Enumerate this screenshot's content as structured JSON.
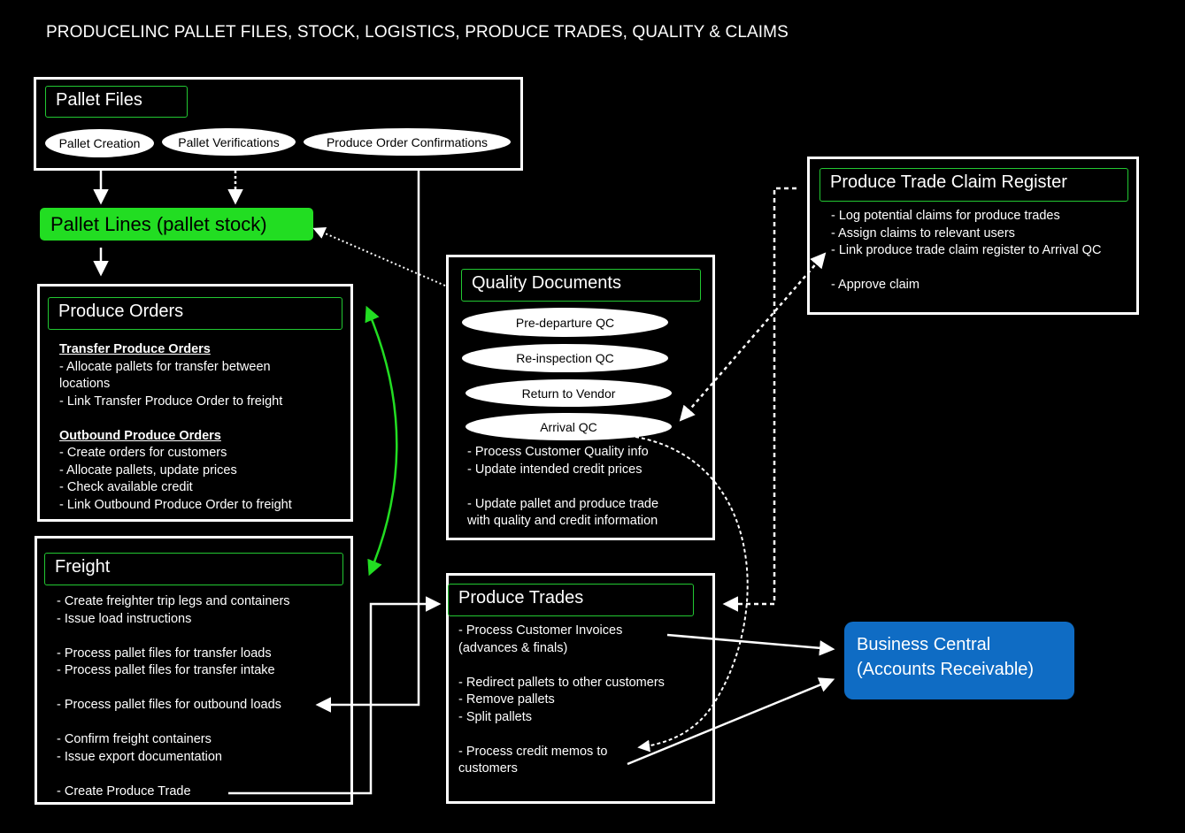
{
  "title": "PRODUCELINC PALLET FILES, STOCK, LOGISTICS, PRODUCE TRADES, QUALITY & CLAIMS",
  "pallet_files": {
    "heading": "Pallet Files",
    "items": [
      "Pallet Creation",
      "Pallet Verifications",
      "Produce Order Confirmations"
    ]
  },
  "pallet_lines": {
    "label": "Pallet Lines (pallet stock)"
  },
  "produce_orders": {
    "heading": "Produce Orders",
    "transfer_title": "Transfer Produce Orders",
    "transfer_lines": [
      "- Allocate pallets for transfer between",
      "locations",
      "- Link Transfer Produce Order to freight"
    ],
    "outbound_title": "Outbound Produce Orders",
    "outbound_lines": [
      "- Create orders for customers",
      "- Allocate pallets, update prices",
      "- Check available credit",
      "- Link Outbound Produce Order to freight"
    ]
  },
  "freight": {
    "heading": "Freight",
    "lines": [
      "- Create freighter trip legs and containers",
      "- Issue load instructions",
      "",
      "- Process pallet files for transfer loads",
      "- Process pallet files for transfer intake",
      "",
      "- Process pallet files for outbound loads",
      "",
      "- Confirm freight containers",
      "- Issue export documentation",
      "",
      "- Create Produce Trade"
    ]
  },
  "quality_documents": {
    "heading": "Quality Documents",
    "items": [
      "Pre-departure QC",
      "Re-inspection QC",
      "Return to Vendor",
      "Arrival QC"
    ],
    "lines": [
      "- Process Customer Quality info",
      "- Update intended credit prices",
      "",
      "- Update pallet and produce trade",
      "with quality and credit information"
    ]
  },
  "produce_trades": {
    "heading": "Produce Trades",
    "lines": [
      "- Process Customer Invoices",
      "(advances & finals)",
      "",
      "- Redirect pallets to other customers",
      "- Remove pallets",
      "- Split pallets",
      "",
      "- Process credit memos to",
      "customers"
    ]
  },
  "claim_register": {
    "heading": "Produce Trade Claim Register",
    "lines": [
      "- Log potential claims for produce trades",
      "- Assign claims to relevant users",
      "- Link produce trade claim register to Arrival QC",
      "",
      "- Approve claim"
    ]
  },
  "business_central": {
    "line1": "Business Central",
    "line2": "(Accounts Receivable)"
  },
  "colors": {
    "background": "#000000",
    "green": "#22dd22",
    "blue": "#0f6cc4",
    "white": "#ffffff"
  }
}
